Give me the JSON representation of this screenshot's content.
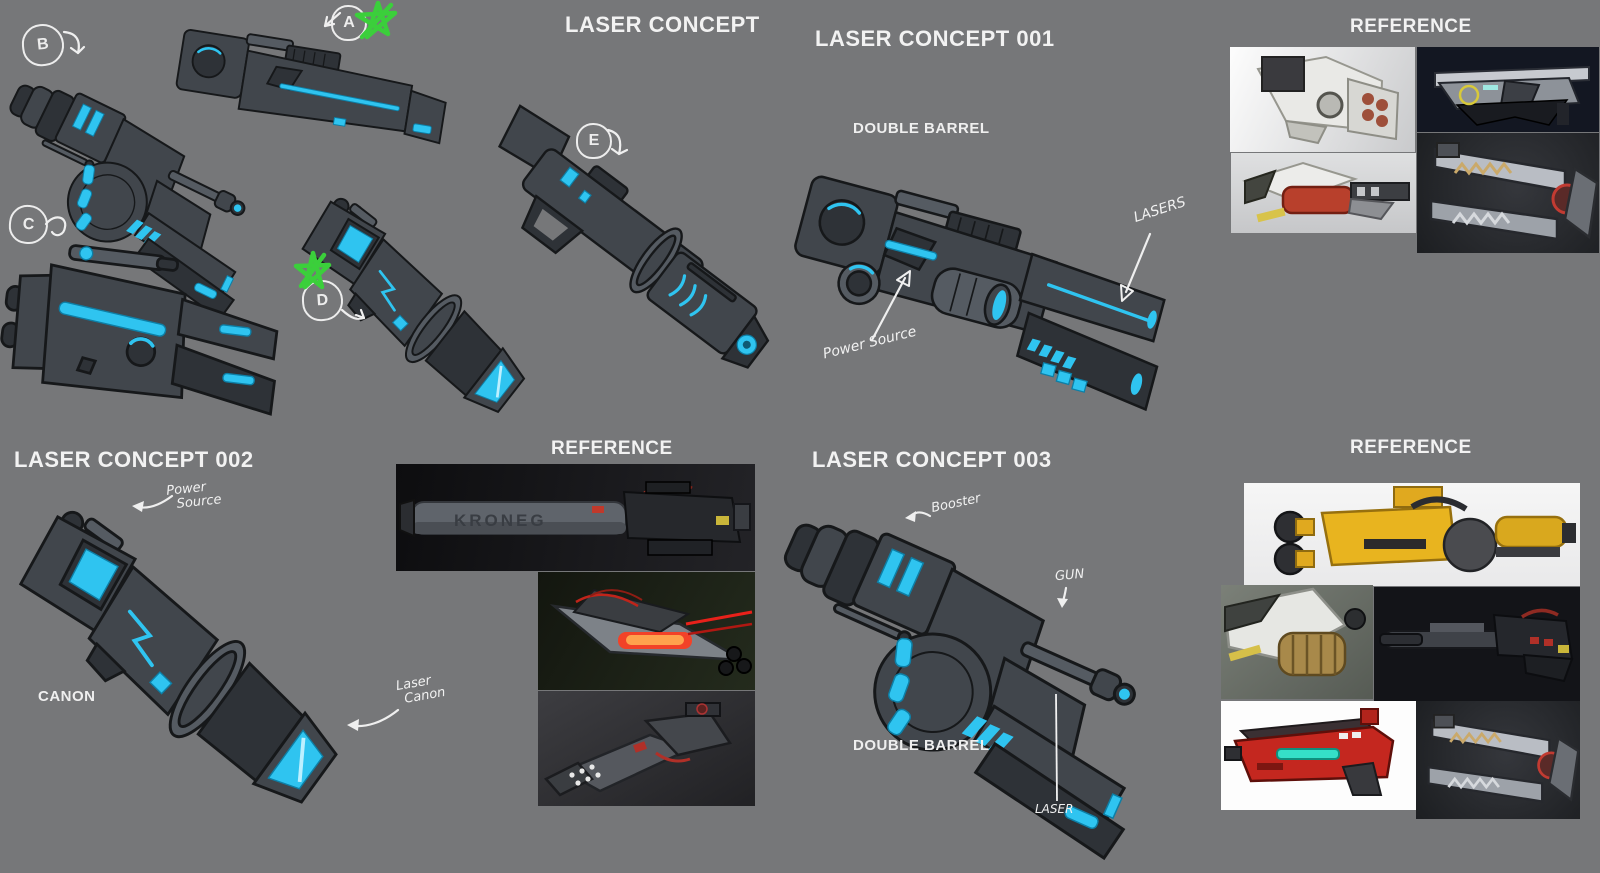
{
  "sheet": {
    "background": "#767779",
    "accent_cyan": "#2fc4f0",
    "annotation_green": "#3bcf3b",
    "text_color": "#f2f2f2"
  },
  "main_concept": {
    "title": "LASER CONCEPT",
    "view_labels": [
      {
        "letter": "A"
      },
      {
        "letter": "B"
      },
      {
        "letter": "C"
      },
      {
        "letter": "D"
      },
      {
        "letter": "E"
      }
    ]
  },
  "concept_001": {
    "title": "LASER CONCEPT 001",
    "subtitle": "DOUBLE BARREL",
    "annotations": {
      "power_source": "Power Source",
      "lasers": "LASERS"
    }
  },
  "concept_002": {
    "title": "LASER CONCEPT 002",
    "subtitle": "CANON",
    "annotations": {
      "power_source": [
        "Power",
        "Source"
      ],
      "laser_canon": [
        "Laser",
        "Canon"
      ]
    }
  },
  "concept_003": {
    "title": "LASER CONCEPT 003",
    "subtitle": "DOUBLE BARREL",
    "annotations": {
      "booster": "Booster",
      "gun": "GUN",
      "laser": "LASER"
    }
  },
  "reference_top": {
    "title": "REFERENCE"
  },
  "reference_mid": {
    "title": "REFERENCE",
    "weapon_brand": "KRONEG"
  },
  "reference_bottom": {
    "title": "REFERENCE"
  }
}
